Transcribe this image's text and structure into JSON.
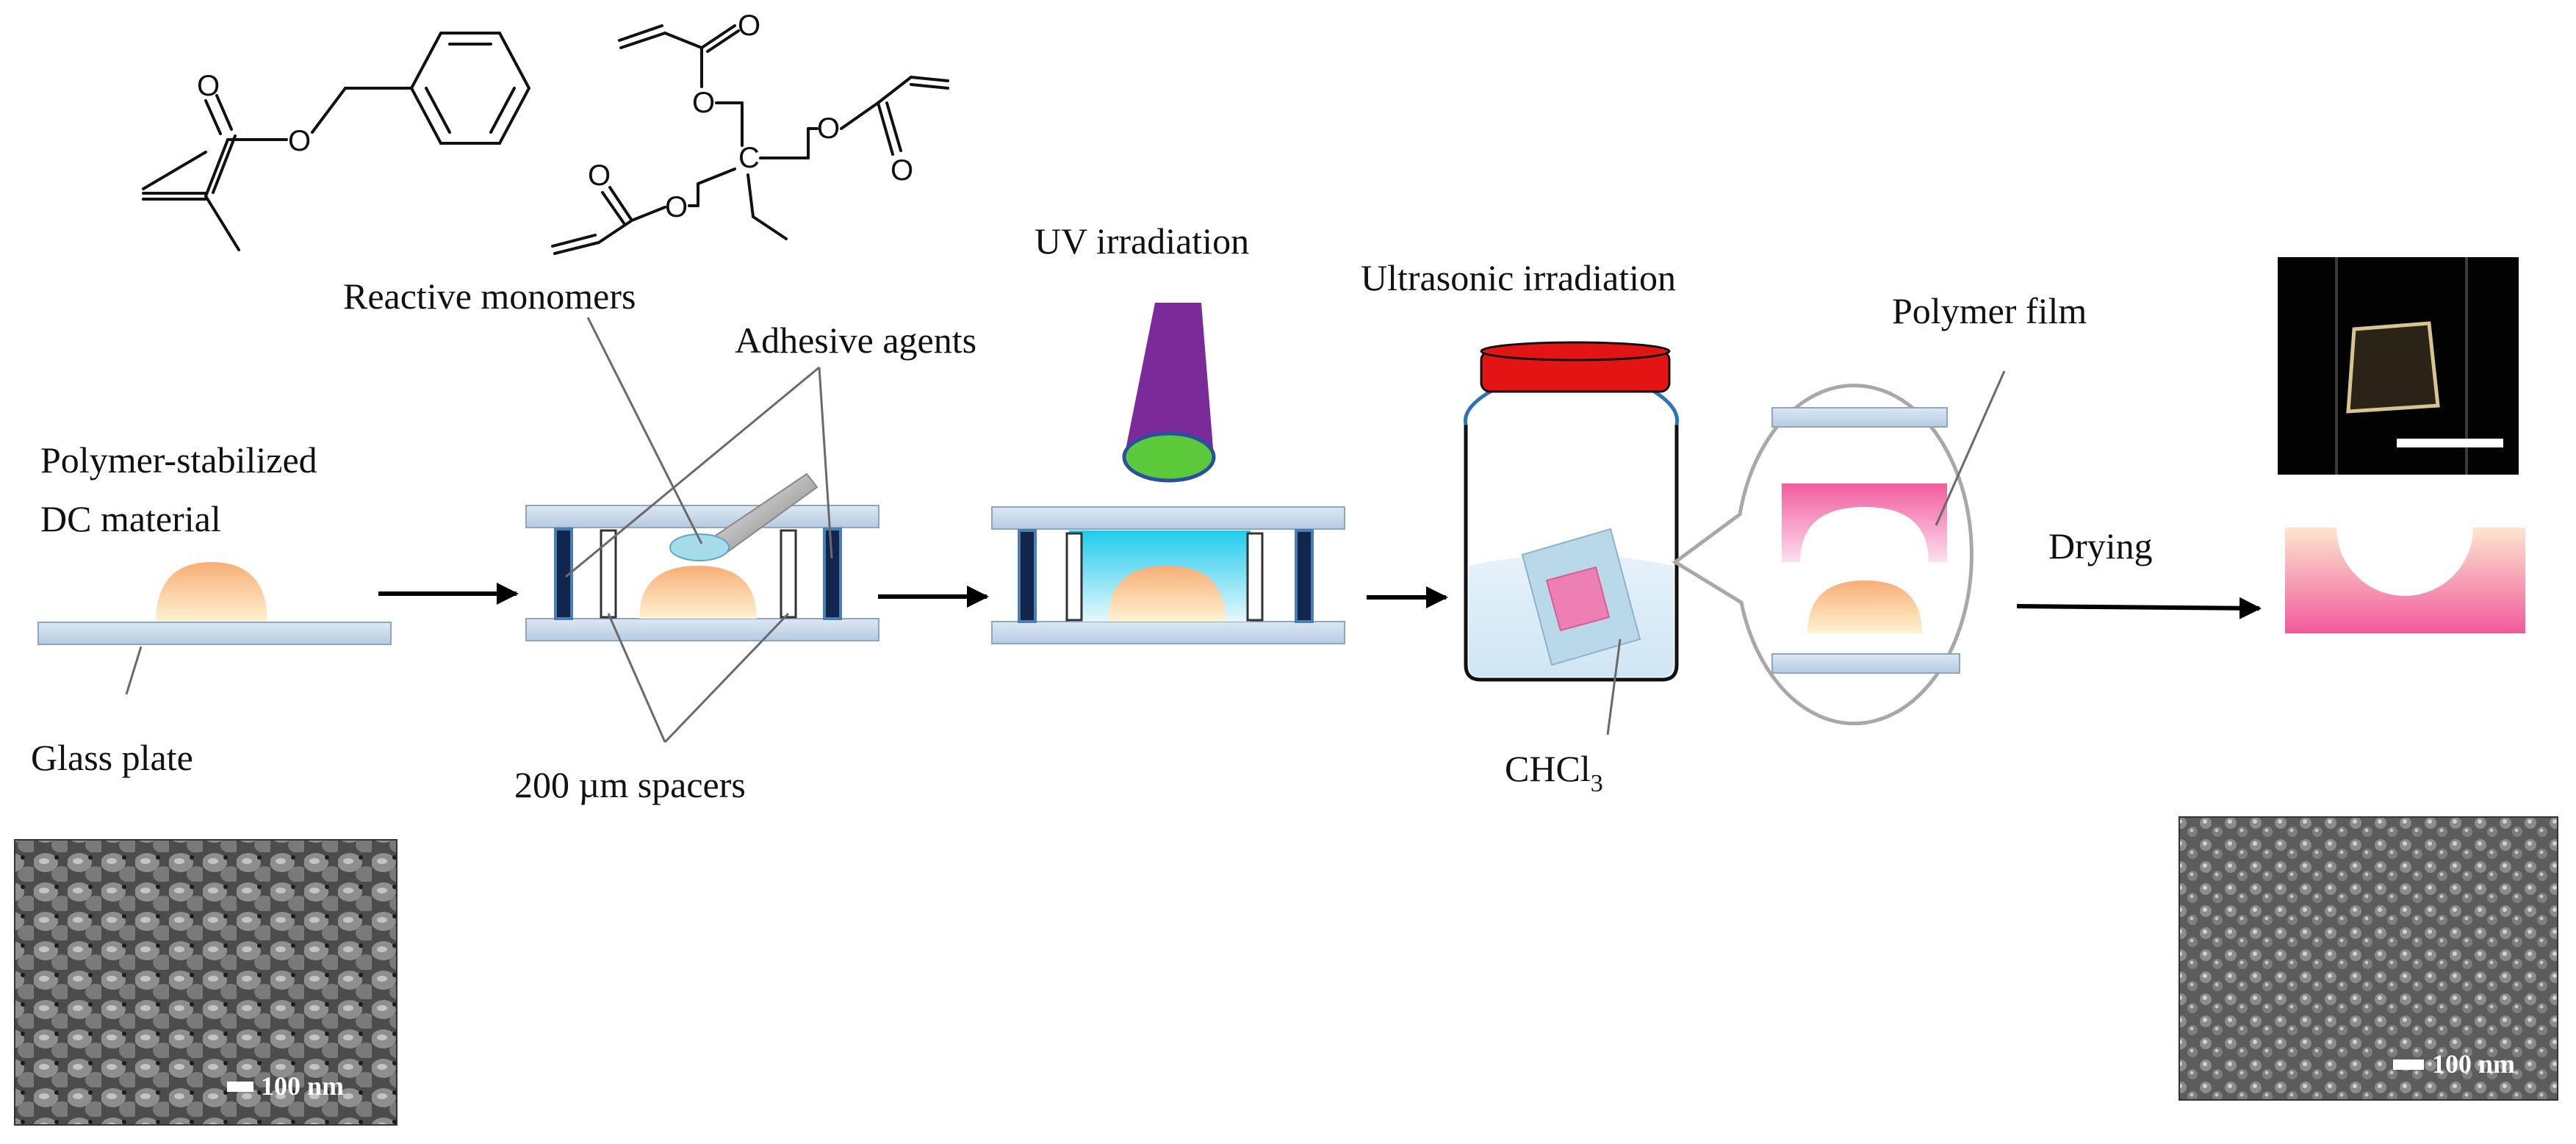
{
  "labels": {
    "reactive_monomers": "Reactive monomers",
    "adhesive_agents": "Adhesive agents",
    "uv_irradiation": "UV irradiation",
    "ultrasonic_irradiation": "Ultrasonic irradiation",
    "polymer_film": "Polymer film",
    "polymer_stabilized_line1": "Polymer-stabilized",
    "polymer_stabilized_line2": "DC material",
    "glass_plate": "Glass plate",
    "spacers": "200 µm spacers",
    "solvent_base": "CHCl",
    "solvent_subscript": "3",
    "drying": "Drying"
  },
  "chemistry": {
    "oxygen": "O",
    "carbon": "C"
  },
  "scale_bars": {
    "left": "100 nm",
    "right": "100 nm"
  },
  "colors": {
    "glass": "#c9d9ea",
    "glass_edge": "#8ea6bf",
    "droplet_top": "#f7b37e",
    "droplet_bottom": "#fff2cf",
    "uv_lamp": "#7b2a9a",
    "uv_lens": "#5cc93a",
    "jar_lid": "#e31414",
    "film_pink": "#f0609e",
    "spacer_dark": "#12264d",
    "cyan_fill": "#31d3ef",
    "arrow": "#000000"
  }
}
